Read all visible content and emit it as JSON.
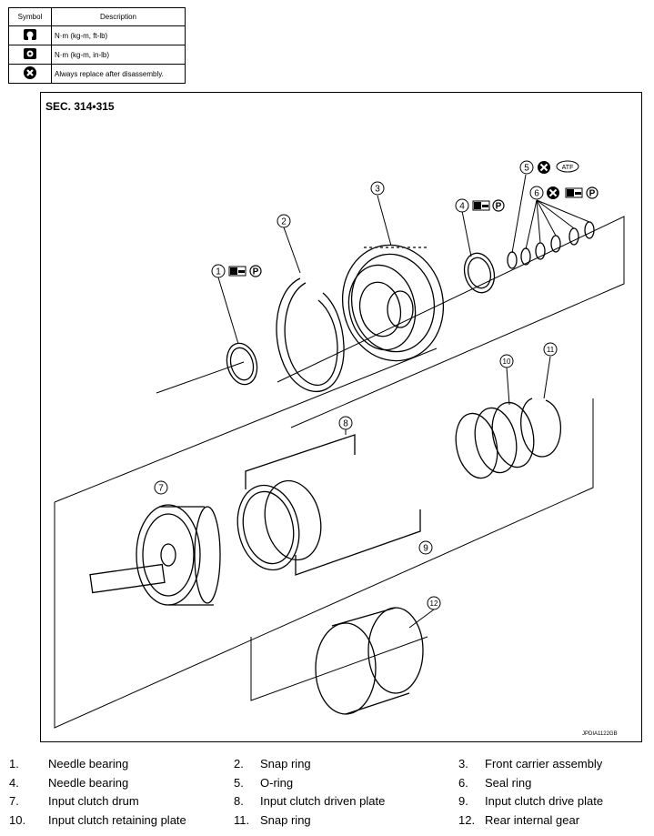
{
  "legend": {
    "header_symbol": "Symbol",
    "header_description": "Description",
    "rows": [
      {
        "icon": "torque-wrench-icon",
        "text": "N·m (kg-m, ft-lb)"
      },
      {
        "icon": "torque-wrench-inlb-icon",
        "text": "N·m (kg-m, in-lb)"
      },
      {
        "icon": "replace-x-icon",
        "text": "Always replace after disassembly."
      }
    ]
  },
  "diagram": {
    "section_title": "SEC. 314•315",
    "image_code": "JPDIA1122GB",
    "callouts": [
      "1",
      "2",
      "3",
      "4",
      "5",
      "6",
      "7",
      "8",
      "9",
      "10",
      "11",
      "12"
    ],
    "atf_label": "ATF",
    "petroleum_jelly_mark": "P"
  },
  "parts": [
    {
      "num": "1.",
      "name": "Needle bearing"
    },
    {
      "num": "2.",
      "name": "Snap ring"
    },
    {
      "num": "3.",
      "name": "Front carrier assembly"
    },
    {
      "num": "4.",
      "name": "Needle bearing"
    },
    {
      "num": "5.",
      "name": "O-ring"
    },
    {
      "num": "6.",
      "name": "Seal ring"
    },
    {
      "num": "7.",
      "name": "Input clutch drum"
    },
    {
      "num": "8.",
      "name": "Input clutch driven plate"
    },
    {
      "num": "9.",
      "name": "Input clutch drive plate"
    },
    {
      "num": "10.",
      "name": "Input clutch retaining plate"
    },
    {
      "num": "11.",
      "name": "Snap ring"
    },
    {
      "num": "12.",
      "name": "Rear internal gear"
    }
  ]
}
